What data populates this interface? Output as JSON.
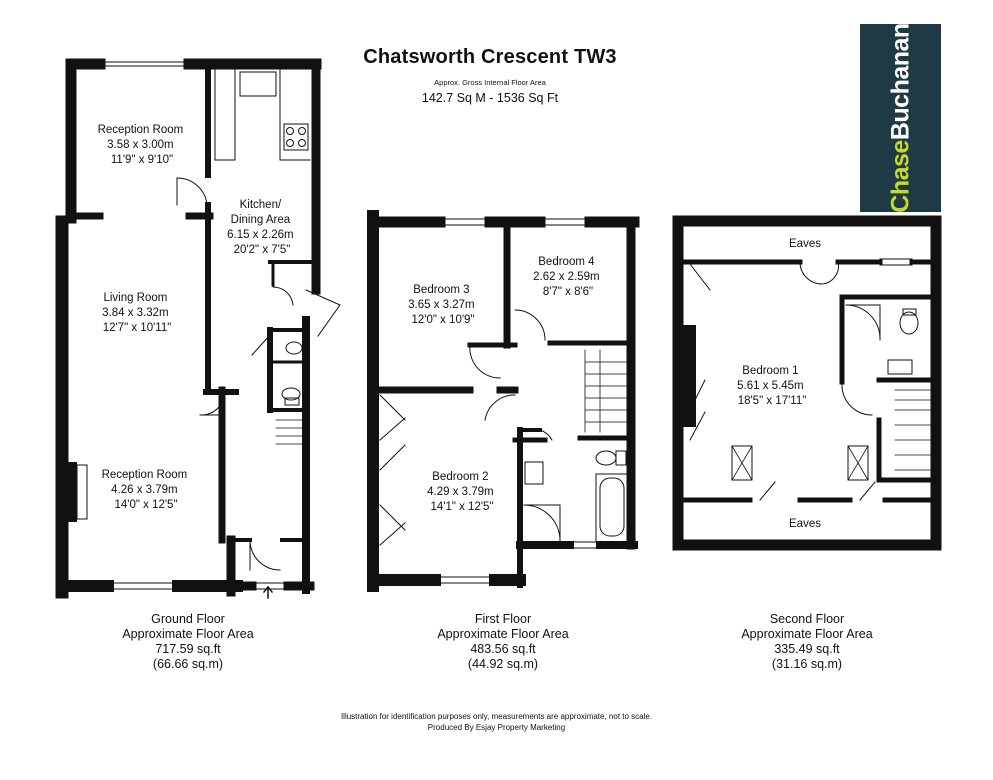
{
  "header": {
    "title": "Chatsworth Crescent TW3",
    "subtitle": "Approx. Gross Internal Floor Area",
    "total_area": "142.7 Sq M - 1536 Sq Ft"
  },
  "logo": {
    "chase": "Chase",
    "buchanan": "Buchanan"
  },
  "colors": {
    "wall": "#111111",
    "logo_bg": "#1f3a45",
    "logo_accent": "#c5d92b"
  },
  "rooms": {
    "reception_top": {
      "name": "Reception Room",
      "metric": "3.58 x 3.00m",
      "imperial": "11'9\" x 9'10\""
    },
    "kitchen": {
      "name1": "Kitchen/",
      "name2": "Dining Area",
      "metric": "6.15 x 2.26m",
      "imperial": "20'2\" x 7'5\""
    },
    "living": {
      "name": "Living Room",
      "metric": "3.84 x 3.32m",
      "imperial": "12'7\" x 10'11\""
    },
    "reception_bottom": {
      "name": "Reception Room",
      "metric": "4.26 x 3.79m",
      "imperial": "14'0\" x 12'5\""
    },
    "bedroom3": {
      "name": "Bedroom 3",
      "metric": "3.65 x 3.27m",
      "imperial": "12'0\" x 10'9\""
    },
    "bedroom4": {
      "name": "Bedroom 4",
      "metric": "2.62 x 2.59m",
      "imperial": "8'7\" x 8'6\""
    },
    "bedroom2": {
      "name": "Bedroom 2",
      "metric": "4.29 x 3.79m",
      "imperial": "14'1\" x 12'5\""
    },
    "bedroom1": {
      "name": "Bedroom 1",
      "metric": "5.61 x 5.45m",
      "imperial": "18'5\" x 17'11\""
    },
    "eaves_top": "Eaves",
    "eaves_bottom": "Eaves"
  },
  "floors": [
    {
      "name": "Ground Floor",
      "label": "Approximate Floor Area",
      "sqft": "717.59 sq.ft",
      "sqm": "(66.66 sq.m)"
    },
    {
      "name": "First Floor",
      "label": "Approximate Floor Area",
      "sqft": "483.56 sq.ft",
      "sqm": "(44.92 sq.m)"
    },
    {
      "name": "Second Floor",
      "label": "Approximate Floor Area",
      "sqft": "335.49 sq.ft",
      "sqm": "(31.16 sq.m)"
    }
  ],
  "footer": {
    "disclaimer": "Illustration for identification purposes only, measurements are approximate, not to scale.",
    "credit": "Produced By Esjay Property Marketing"
  }
}
